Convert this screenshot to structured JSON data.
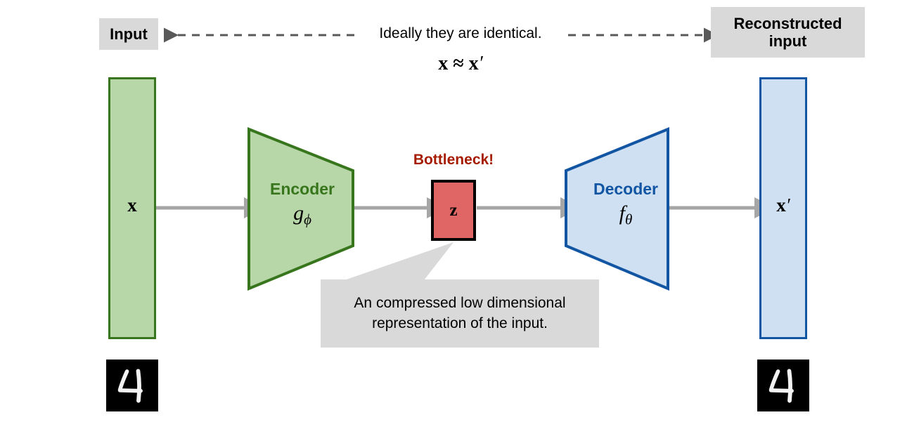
{
  "diagram": {
    "title_labels": {
      "input": "Input",
      "reconstructed_line1": "Reconstructed",
      "reconstructed_line2": "input"
    },
    "top_caption": {
      "text": "Ideally they are identical.",
      "formula_x": "x",
      "formula_approx": "≈",
      "formula_xprime_base": "x",
      "formula_xprime_mark": "′"
    },
    "bars": {
      "input": {
        "label": "x",
        "fill": "#b7d7a8",
        "stroke": "#38761d"
      },
      "output": {
        "label_base": "x",
        "label_mark": "′",
        "fill": "#cfe0f3",
        "stroke": "#1155a3"
      }
    },
    "encoder": {
      "title": "Encoder",
      "subscript_fn": "g",
      "subscript_param": "ϕ",
      "fill": "#b7d7a8",
      "stroke": "#38761d"
    },
    "decoder": {
      "title": "Decoder",
      "subscript_fn": "f",
      "subscript_param": "θ",
      "fill": "#cfe0f3",
      "stroke": "#1155a3"
    },
    "bottleneck": {
      "title": "Bottleneck!",
      "label": "z",
      "fill": "#e06666",
      "stroke": "#000000",
      "title_color": "#a61c00"
    },
    "callout": {
      "line1": "An compressed low dimensional",
      "line2": "representation of the input.",
      "fill": "#d9d9d9"
    },
    "arrows": {
      "flow_color": "#a6a6a6",
      "dashed_color": "#595959",
      "dashed_note": "bidirectional dashed link between Input and Reconstructed input"
    },
    "digits": {
      "left_alt": "mnist-digit-four",
      "right_alt": "mnist-digit-four"
    }
  }
}
